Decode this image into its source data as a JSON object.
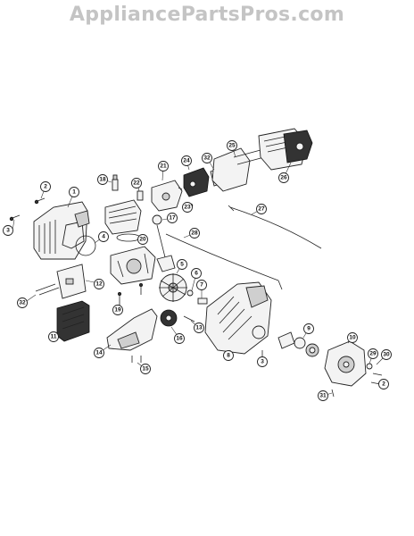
{
  "watermark": "AppliancePartsPros.com",
  "callouts": [
    {
      "id": "c1",
      "label": "1"
    },
    {
      "id": "c2a",
      "label": "2"
    },
    {
      "id": "c2b",
      "label": "2"
    },
    {
      "id": "c3a",
      "label": "3"
    },
    {
      "id": "c3b",
      "label": "3"
    },
    {
      "id": "c4",
      "label": "4"
    },
    {
      "id": "c5",
      "label": "5"
    },
    {
      "id": "c6",
      "label": "6"
    },
    {
      "id": "c7",
      "label": "7"
    },
    {
      "id": "c8",
      "label": "8"
    },
    {
      "id": "c9",
      "label": "9"
    },
    {
      "id": "c10",
      "label": "10"
    },
    {
      "id": "c11",
      "label": "11"
    },
    {
      "id": "c12",
      "label": "12"
    },
    {
      "id": "c13",
      "label": "13"
    },
    {
      "id": "c14",
      "label": "14"
    },
    {
      "id": "c15",
      "label": "15"
    },
    {
      "id": "c16",
      "label": "16"
    },
    {
      "id": "c17",
      "label": "17"
    },
    {
      "id": "c18",
      "label": "18"
    },
    {
      "id": "c19",
      "label": "19"
    },
    {
      "id": "c20",
      "label": "20"
    },
    {
      "id": "c21",
      "label": "21"
    },
    {
      "id": "c22",
      "label": "22"
    },
    {
      "id": "c23",
      "label": "23"
    },
    {
      "id": "c24",
      "label": "24"
    },
    {
      "id": "c25",
      "label": "25"
    },
    {
      "id": "c26",
      "label": "26"
    },
    {
      "id": "c27",
      "label": "27"
    },
    {
      "id": "c28",
      "label": "28"
    },
    {
      "id": "c29",
      "label": "29"
    },
    {
      "id": "c30",
      "label": "30"
    },
    {
      "id": "c31",
      "label": "31"
    },
    {
      "id": "c32a",
      "label": "32"
    },
    {
      "id": "c32b",
      "label": "32"
    }
  ]
}
